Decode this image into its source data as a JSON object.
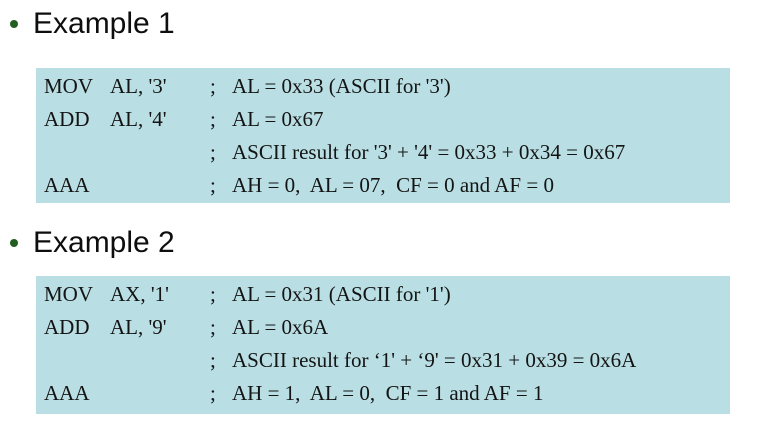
{
  "colors": {
    "block_bg": "#b9dee3",
    "bullet": "#215e21"
  },
  "sections": [
    {
      "heading": "Example 1",
      "lines": [
        {
          "mnemonic": "MOV",
          "operands": "AL, '3'",
          "sep": ";",
          "comment": "AL = 0x33 (ASCII for '3')"
        },
        {
          "mnemonic": "ADD",
          "operands": "AL, '4'",
          "sep": ";",
          "comment": "AL = 0x67"
        },
        {
          "mnemonic": "",
          "operands": "",
          "sep": ";",
          "comment": "ASCII result for '3' + '4' = 0x33 + 0x34 = 0x67"
        },
        {
          "mnemonic": "AAA",
          "operands": "",
          "sep": ";",
          "comment": "AH = 0,  AL = 07,  CF = 0 and AF = 0"
        }
      ]
    },
    {
      "heading": "Example 2",
      "lines": [
        {
          "mnemonic": "MOV",
          "operands": "AX, '1'",
          "sep": ";",
          "comment": "AL = 0x31 (ASCII for '1')"
        },
        {
          "mnemonic": "ADD",
          "operands": "AL, '9'",
          "sep": ";",
          "comment": "AL = 0x6A"
        },
        {
          "mnemonic": "",
          "operands": "",
          "sep": ";",
          "comment": "ASCII result for ‘1' + ‘9' = 0x31 + 0x39 = 0x6A"
        },
        {
          "mnemonic": "AAA",
          "operands": "",
          "sep": ";",
          "comment": "AH = 1,  AL = 0,  CF = 1 and AF = 1"
        }
      ]
    }
  ]
}
